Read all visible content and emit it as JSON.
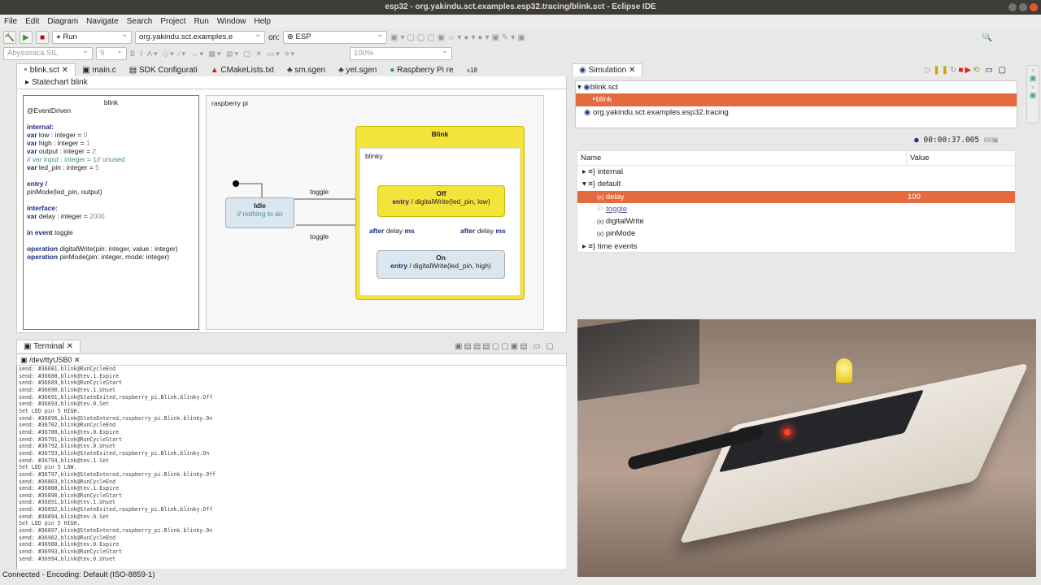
{
  "window": {
    "title": "esp32 - org.yakindu.sct.examples.esp32.tracing/blink.sct - Eclipse IDE"
  },
  "menu": [
    "File",
    "Edit",
    "Diagram",
    "Navigate",
    "Search",
    "Project",
    "Run",
    "Window",
    "Help"
  ],
  "toolbar": {
    "run_config": "Run",
    "launch_target": "org.yakindu.sct.examples.e",
    "on_label": "on:",
    "device": "ESP",
    "font": "Abyssinica SIL",
    "font_size": "9",
    "zoom": "100%"
  },
  "editor_tabs": [
    {
      "label": "blink.sct",
      "active": true
    },
    {
      "label": "main.c"
    },
    {
      "label": "SDK Configurati"
    },
    {
      "label": "CMakeLists.txt"
    },
    {
      "label": "sm.sgen"
    },
    {
      "label": "yet.sgen"
    },
    {
      "label": "Raspberry Pi re"
    },
    {
      "label": "»18"
    }
  ],
  "breadcrumb": "Statechart blink",
  "definition": {
    "title": "blink",
    "annotation": "@EventDriven",
    "internal": "internal:",
    "lines": [
      {
        "kw": "var",
        "text": " low : integer = ",
        "val": "0"
      },
      {
        "kw": "var",
        "text": " high : integer = ",
        "val": "1"
      },
      {
        "kw": "var",
        "text": " output : integer = ",
        "val": "2"
      }
    ],
    "comment": "// var input : integer = 1// unused",
    "led_kw": "var",
    "led_text": " led_pin : integer = ",
    "led_val": "5",
    "entry": "entry /",
    "entry_action": "pinMode(led_pin, output)",
    "interface": "interface:",
    "delay_kw": "var",
    "delay_text": " delay : integer = ",
    "delay_val": "2000",
    "event_kw": "in event",
    "event_name": " toggle",
    "op1_kw": "operation",
    "op1": " digitalWrite(pin: integer, value : integer)",
    "op2_kw": "operation",
    "op2": " pinMode(pin: integer, mode: integer)"
  },
  "diagram": {
    "region": "raspberry pi",
    "idle": {
      "name": "Idle",
      "comment": "// nothing to do"
    },
    "toggle1": "toggle",
    "toggle2": "toggle",
    "blink": {
      "name": "Blink",
      "region": "blinky",
      "off_name": "Off",
      "off_entry_kw": "entry",
      "off_entry": " / digitalWrite(led_pin, low)",
      "on_name": "On",
      "on_entry_kw": "entry",
      "on_entry": " / digitalWrite(led_pin, high)",
      "after1_kw": "after",
      "after1": " delay ",
      "after1_unit": "ms",
      "after2_kw": "after",
      "after2": " delay ",
      "after2_unit": "ms"
    }
  },
  "terminal": {
    "tab": "Terminal",
    "subtab": "/dev/ttyUSB0",
    "lines": [
      "send: #36681,blink@RunCycleEnd",
      "send: #36688,blink@tev.1.Expire",
      "send: #36689,blink@RunCycleStart",
      "send: #36690,blink@tev.1.Unset",
      "send: #36691,blink@StateExited,raspberry_pi.Blink.blinky.Off",
      "send: #36693,blink@tev.0.Set",
      "Set LED pin 5 HIGH.",
      "send: #36696,blink@StateEntered,raspberry_pi.Blink.blinky.On",
      "send: #36702,blink@RunCycleEnd",
      "send: #36788,blink@tev.0.Expire",
      "send: #36791,blink@RunCycleStart",
      "send: #36792,blink@tev.0.Unset",
      "send: #36793,blink@StateExited,raspberry_pi.Blink.blinky.On",
      "send: #36794,blink@tev.1.Set",
      "Set LED pin 5 LOW.",
      "send: #36797,blink@StateEntered,raspberry_pi.Blink.blinky.Off",
      "send: #36803,blink@RunCycleEnd",
      "send: #36888,blink@tev.1.Expire",
      "send: #36890,blink@RunCycleStart",
      "send: #36891,blink@tev.1.Unset",
      "send: #36892,blink@StateExited,raspberry_pi.Blink.blinky.Off",
      "send: #36894,blink@tev.0.Set",
      "Set LED pin 5 HIGH.",
      "send: #36897,blink@StateEntered,raspberry_pi.Blink.blinky.On",
      "send: #36902,blink@RunCycleEnd",
      "send: #36988,blink@tev.0.Expire",
      "send: #36993,blink@RunCycleStart",
      "send: #36994,blink@tev.0.Unset"
    ]
  },
  "status": "Connected - Encoding: Default (ISO-8859-1)",
  "simulation": {
    "tab": "Simulation",
    "tree": [
      "blink.sct",
      "blink",
      "org.yakindu.sct.examples.esp32.tracing"
    ],
    "clock": "00:00:37.005",
    "col_name": "Name",
    "col_value": "Value",
    "rows": [
      {
        "name": "internal"
      },
      {
        "name": "default"
      },
      {
        "name": "delay",
        "value": "100"
      },
      {
        "name": "toggle"
      },
      {
        "name": "digitalWrite"
      },
      {
        "name": "pinMode"
      },
      {
        "name": "time events"
      }
    ]
  },
  "colors": {
    "accent": "#e46b3e",
    "state_yellow": "#f4e33a",
    "state_blue": "#dbe7f0"
  }
}
